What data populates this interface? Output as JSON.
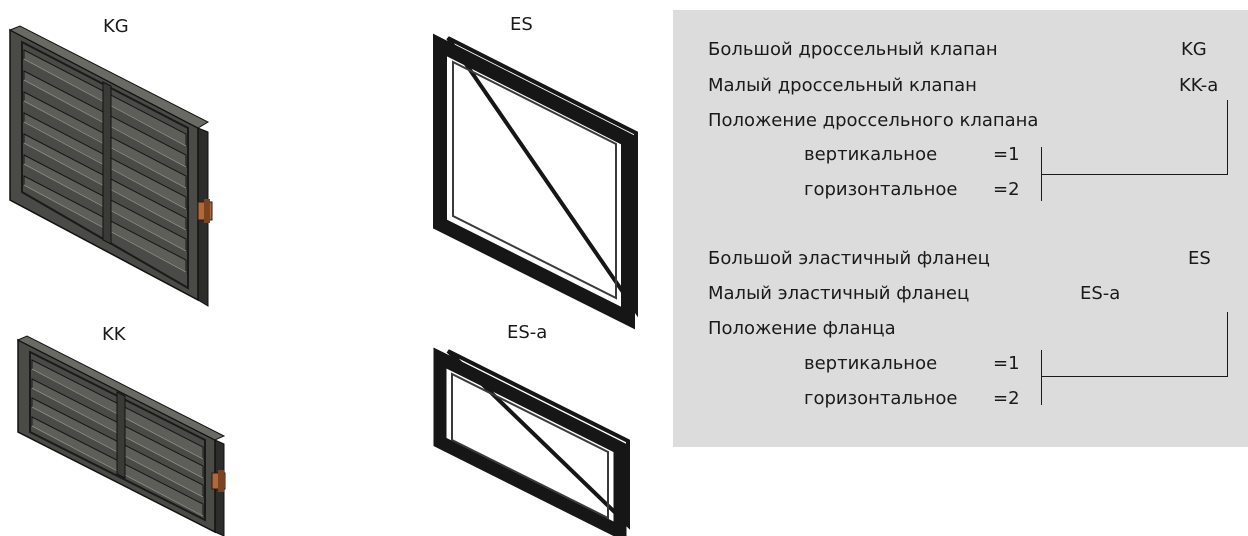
{
  "images": {
    "kg": {
      "label": "KG"
    },
    "es": {
      "label": "ES"
    },
    "kk": {
      "label": "KK"
    },
    "es_a": {
      "label": "ES-a"
    }
  },
  "legend": {
    "damper": {
      "large": {
        "name": "Большой дроссельный клапан",
        "code": "KG"
      },
      "small": {
        "name": "Малый дроссельный клапан",
        "code": "KK-a"
      },
      "position_title": "Положение дроссельного клапана",
      "vertical": {
        "name": "вертикальное",
        "value": "=1"
      },
      "horizontal": {
        "name": "горизонтальное",
        "value": "=2"
      }
    },
    "flange": {
      "large": {
        "name": "Большой эластичный фланец",
        "code": "ES"
      },
      "small": {
        "name": "Малый эластичный фланец",
        "code": "ES-a"
      },
      "position_title": "Положение фланца",
      "vertical": {
        "name": "вертикальное",
        "value": "=1"
      },
      "horizontal": {
        "name": "горизонтальное",
        "value": "=2"
      }
    }
  },
  "colors": {
    "panel": "#dcdcdc",
    "damper_body": "#4a4a46",
    "frame": "#161616"
  }
}
